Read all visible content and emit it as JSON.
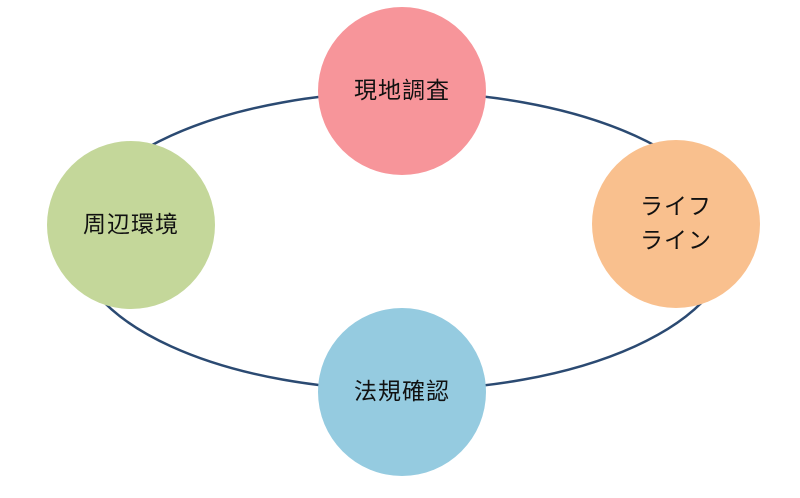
{
  "diagram": {
    "ring_color": "#2b4a72",
    "nodes": [
      {
        "id": "top",
        "label": "現地調査",
        "color": "#f7959a"
      },
      {
        "id": "right",
        "label": "ライフ\nライン",
        "color": "#f9c08e"
      },
      {
        "id": "bottom",
        "label": "法規確認",
        "color": "#95cbe0"
      },
      {
        "id": "left",
        "label": "周辺環境",
        "color": "#c4d79a"
      }
    ]
  }
}
